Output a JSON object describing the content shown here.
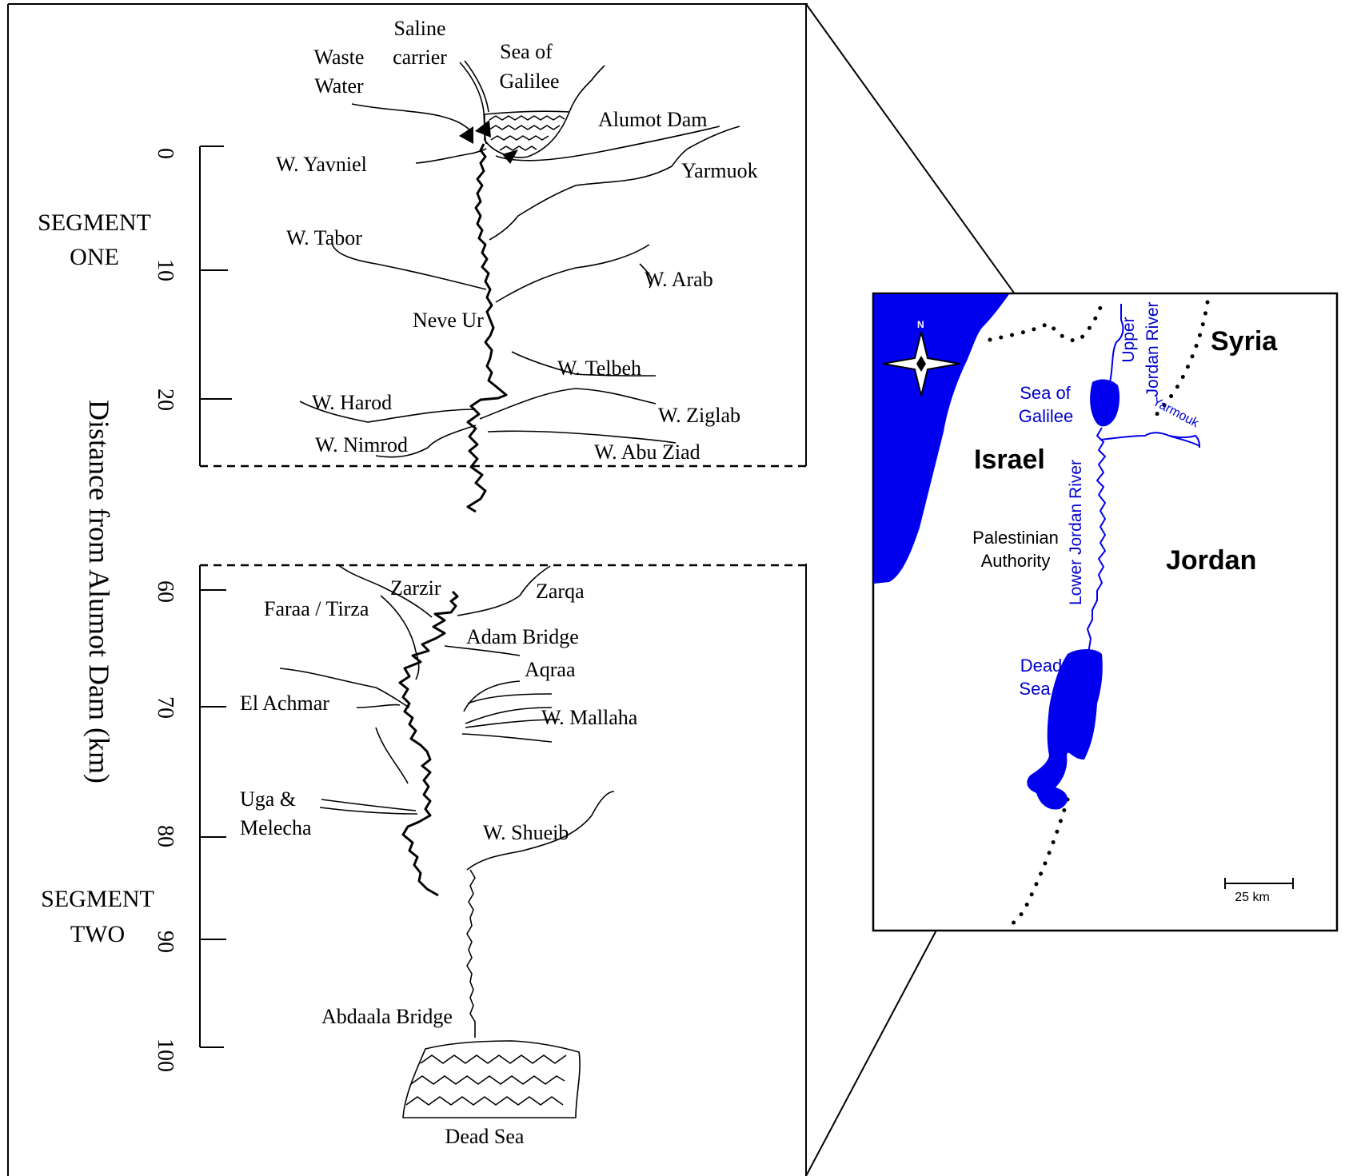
{
  "axis": {
    "label": "Distance from Alumot Dam (km)",
    "ticks_segment_one": [
      "0",
      "10",
      "20"
    ],
    "ticks_segment_two": [
      "60",
      "70",
      "80",
      "90",
      "100"
    ]
  },
  "segments": {
    "one_line1": "SEGMENT",
    "one_line2": "ONE",
    "two_line1": "SEGMENT",
    "two_line2": "TWO"
  },
  "segment_one_labels": {
    "saline_1": "Saline",
    "saline_2": "carrier",
    "waste_1": "Waste",
    "waste_2": "Water",
    "sea_galilee_1": "Sea of",
    "sea_galilee_2": "Galilee",
    "alumot_dam": "Alumot Dam",
    "yavniel": "W. Yavniel",
    "yarmuok": "Yarmuok",
    "tabor": "W. Tabor",
    "arab": "W. Arab",
    "neve_ur": "Neve Ur",
    "telbeh": "W. Telbeh",
    "harod": "W. Harod",
    "ziglab": "W. Ziglab",
    "nimrod": "W. Nimrod",
    "abu_ziad": "W. Abu Ziad"
  },
  "segment_two_labels": {
    "zarzir": "Zarzir",
    "zarqa": "Zarqa",
    "faraa": "Faraa / Tirza",
    "adam_bridge": "Adam Bridge",
    "aqraa": "Aqraa",
    "el_achmar": "El Achmar",
    "mallaha": "W. Mallaha",
    "uga_1": "Uga &",
    "uga_2": "Melecha",
    "shueib": "W. Shueib",
    "abdaala": "Abdaala Bridge",
    "dead_sea": "Dead Sea"
  },
  "inset_map": {
    "syria": "Syria",
    "israel": "Israel",
    "jordan": "Jordan",
    "pa_1": "Palestinian",
    "pa_2": "Authority",
    "sea_galilee_1": "Sea of",
    "sea_galilee_2": "Galilee",
    "upper_1": "Upper",
    "upper_2": "Jordan River",
    "yarmouk": "Yarmouk",
    "lower": "Lower Jordan River",
    "dead_1": "Dead",
    "dead_2": "Sea",
    "compass_n": "N",
    "scale": "25 km",
    "water_color": "#0000ee",
    "label_color": "#0000cc"
  }
}
